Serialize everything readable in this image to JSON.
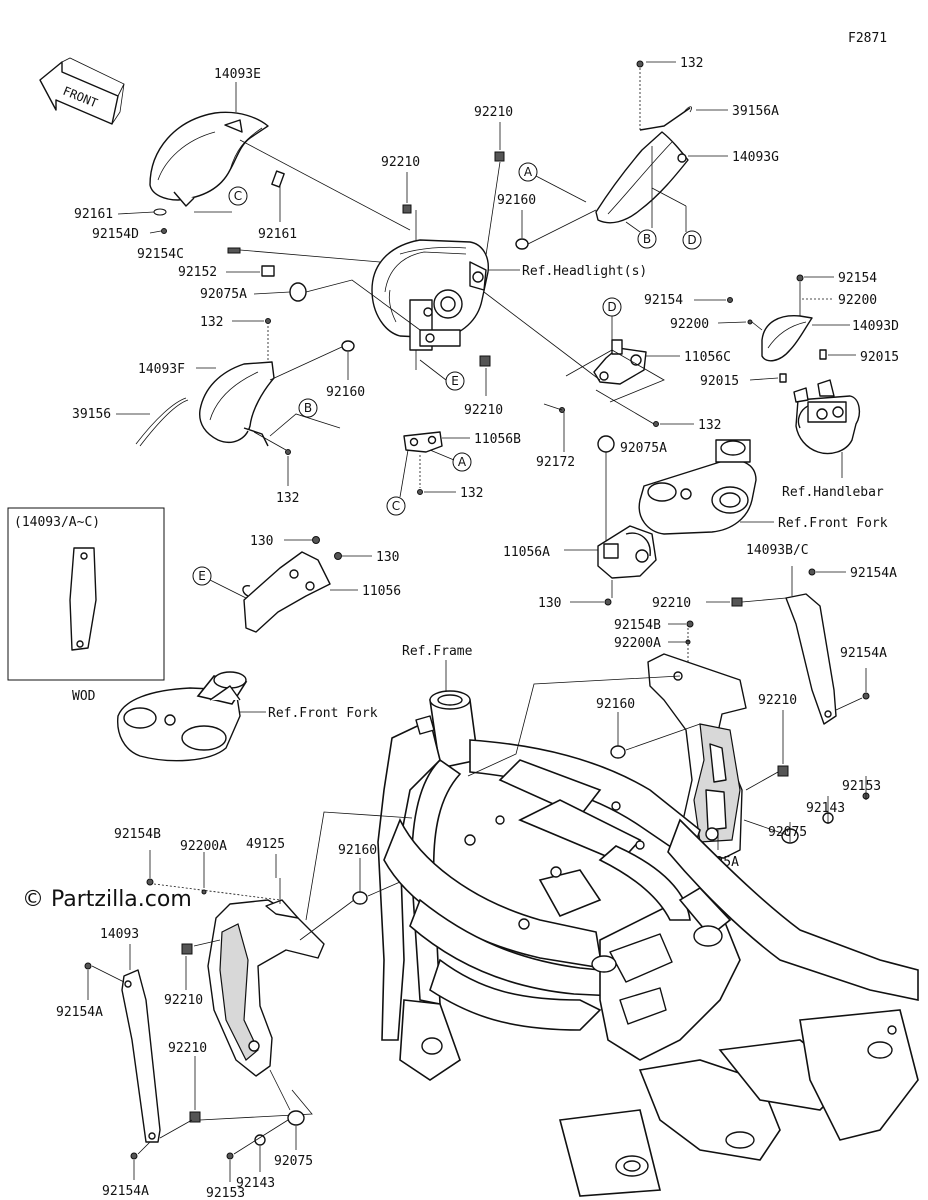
{
  "diagram_code": "F2871",
  "front_arrow_label": "FRONT",
  "watermark": "© Partzilla.com",
  "inset": {
    "title": "(14093/A~C)",
    "caption": "WOD"
  },
  "callouts": {
    "A": "A",
    "B": "B",
    "C": "C",
    "D": "D",
    "E": "E"
  },
  "labels": {
    "p14093E": "14093E",
    "p132_top": "132",
    "p39156A": "39156A",
    "p92210_top": "92210",
    "p14093G": "14093G",
    "p92161_a": "92161",
    "p92161_b": "92161",
    "p92154D": "92154D",
    "p92210_mid": "92210",
    "p92160_top": "92160",
    "p92154C": "92154C",
    "p92152": "92152",
    "p92075A_left": "92075A",
    "ref_headlight": "Ref.Headlight(s)",
    "p92154_r1": "92154",
    "p92154_r2": "92154",
    "p92200_r1": "92200",
    "p92200_r2": "92200",
    "p14093D": "14093D",
    "p92015_a": "92015",
    "p92015_b": "92015",
    "p11056C": "11056C",
    "p132_left": "132",
    "p14093F": "14093F",
    "p39156": "39156",
    "p92160_left": "92160",
    "p92210_center": "92210",
    "p132_c": "132",
    "p132_bot": "132",
    "p11056B": "11056B",
    "p132_d": "132",
    "p92172": "92172",
    "p92075A_center": "92075A",
    "ref_handlebar": "Ref.Handlebar",
    "ref_front_fork_r": "Ref.Front Fork",
    "p130_a": "130",
    "p130_b": "130",
    "p11056": "11056",
    "p11056A": "11056A",
    "p130_c": "130",
    "p14093BC": "14093B/C",
    "p92154A_r1": "92154A",
    "p92210_r": "92210",
    "p92154B_r": "92154B",
    "p92200A_r": "92200A",
    "ref_frame": "Ref.Frame",
    "p92154A_r2": "92154A",
    "ref_front_fork_l": "Ref.Front Fork",
    "p92160_r": "92160",
    "p92210_r2": "92210",
    "p92153_r": "92153",
    "p92143_r": "92143",
    "p92075_r": "92075",
    "p49125A": "49125A",
    "p92154B_l": "92154B",
    "p92200A_l": "92200A",
    "p49125": "49125",
    "p92160_bl": "92160",
    "p14093_l": "14093",
    "p92210_bl1": "92210",
    "p92154A_l1": "92154A",
    "p92210_bl2": "92210",
    "p92075_bl": "92075",
    "p92143_bl": "92143",
    "p92154A_l2": "92154A",
    "p92153_bl": "92153"
  }
}
